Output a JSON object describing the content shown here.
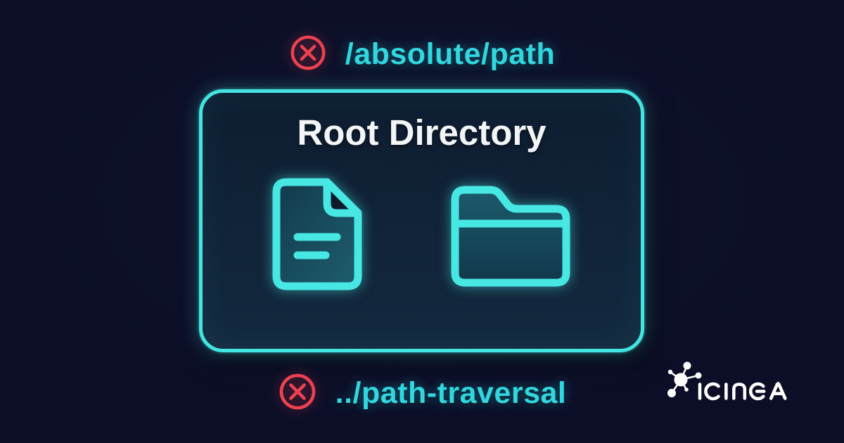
{
  "card": {
    "background": "#0c0e27",
    "panel_top": "#0e1d31",
    "panel_bottom": "#13293f",
    "accent": "#43e5e1",
    "text_cyan": "#30d6e0",
    "danger": "#ee4150",
    "white": "#f2f4f6"
  },
  "labels": {
    "top": {
      "icon": "x-circle",
      "text": "/absolute/path"
    },
    "bottom": {
      "icon": "x-circle",
      "text": "../path-traversal"
    }
  },
  "box": {
    "title": "Root Directory",
    "icons": [
      "file",
      "folder"
    ]
  },
  "logo": {
    "brand": "ICINGA",
    "icon": "icinga-molecule"
  }
}
